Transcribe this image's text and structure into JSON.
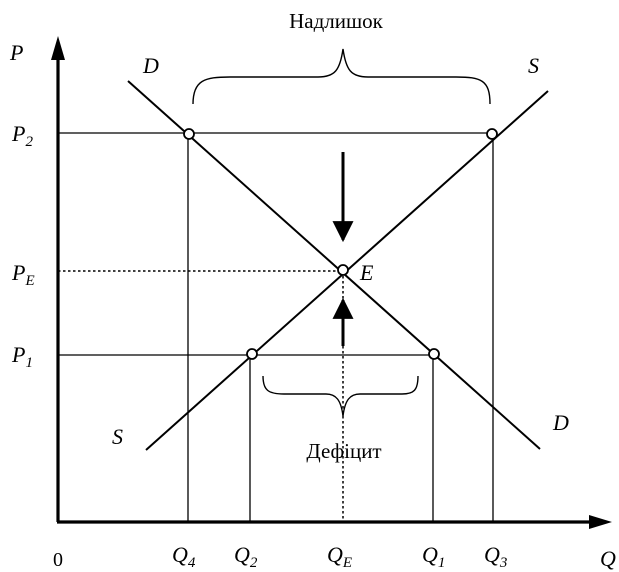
{
  "labels": {
    "zero": "0",
    "P": "P",
    "Q": "Q",
    "D": "D",
    "S": "S",
    "E": "E",
    "P2": {
      "base": "P",
      "sub": "2"
    },
    "PE": {
      "base": "P",
      "sub": "E"
    },
    "P1": {
      "base": "P",
      "sub": "1"
    },
    "Q4": {
      "base": "Q",
      "sub": "4"
    },
    "Q2": {
      "base": "Q",
      "sub": "2"
    },
    "QE": {
      "base": "Q",
      "sub": "E"
    },
    "Q1": {
      "base": "Q",
      "sub": "1"
    },
    "Q3": {
      "base": "Q",
      "sub": "3"
    }
  },
  "annotations": {
    "surplus": "Надлишок",
    "deficit": "Дефіцит"
  }
}
